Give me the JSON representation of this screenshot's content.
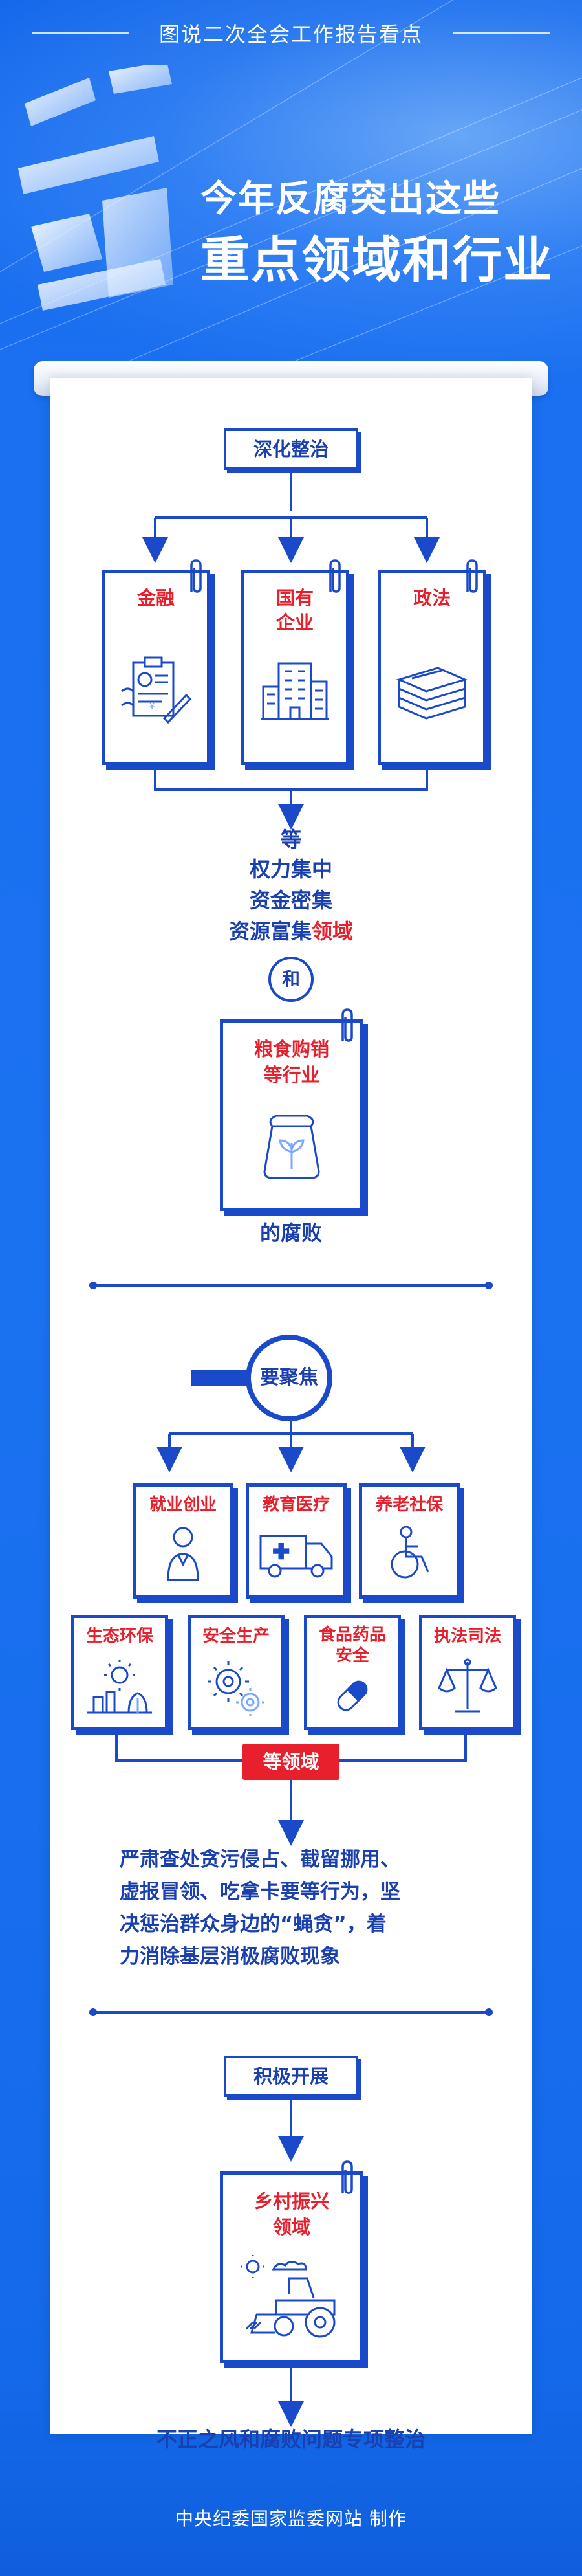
{
  "header": {
    "top_title": "图说二次全会工作报告看点",
    "big_glyph": "三",
    "headline_line1": "今年反腐突出这些",
    "headline_line2": "重点领域和行业"
  },
  "section1": {
    "label": "深化整治",
    "docs": [
      {
        "title_lines": [
          "金融"
        ],
        "icon": "finance-document-icon"
      },
      {
        "title_lines": [
          "国有",
          "企业"
        ],
        "icon": "building-icon"
      },
      {
        "title_lines": [
          "政法"
        ],
        "icon": "book-stack-icon"
      }
    ],
    "deng": "等",
    "line_a": "权力集中",
    "line_b": "资金密集",
    "line_c_pre": "资源富集",
    "line_c_red": "领域",
    "he": "和",
    "grain_lines": [
      "粮食购销",
      "等行业"
    ],
    "grain_icon": "grain-sack-icon",
    "de_fubai": "的腐败"
  },
  "section2": {
    "label": "要聚焦",
    "row1": [
      {
        "title_lines": [
          "就业创业"
        ],
        "icon": "person-icon"
      },
      {
        "title_lines": [
          "教育医疗"
        ],
        "icon": "ambulance-icon"
      },
      {
        "title_lines": [
          "养老社保"
        ],
        "icon": "wheelchair-icon"
      }
    ],
    "row2": [
      {
        "title_lines": [
          "生态环保"
        ],
        "icon": "eco-environment-icon"
      },
      {
        "title_lines": [
          "安全生产"
        ],
        "icon": "gears-icon"
      },
      {
        "title_lines": [
          "食品药品",
          "安全"
        ],
        "icon": "capsule-icon"
      },
      {
        "title_lines": [
          "执法司法"
        ],
        "icon": "scales-icon"
      }
    ],
    "tag": "等领域",
    "para_lines": [
      "严肃查处贪污侵占、截留挪用、",
      "虚报冒领、吃拿卡要等行为，坚",
      "决惩治群众身边的“蝇贪”，着",
      "力消除基层消极腐败现象"
    ]
  },
  "section3": {
    "label": "积极开展",
    "doc_lines": [
      "乡村振兴",
      "领域"
    ],
    "doc_icon": "tractor-icon",
    "bottom_text": "不正之风和腐败问题专项整治"
  },
  "footer": "中央纪委国家监委网站  制作",
  "colors": {
    "blue": "#1a49c9",
    "red": "#e8202d",
    "bg": "#1b72f1"
  }
}
